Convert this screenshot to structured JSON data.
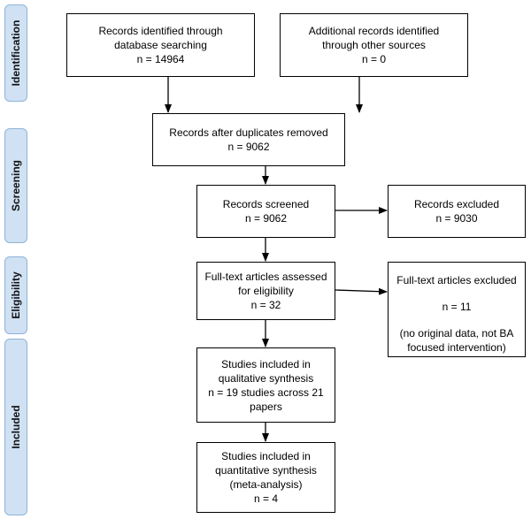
{
  "stages": {
    "identification": "Identification",
    "screening": "Screening",
    "eligibility": "Eligibility",
    "included": "Included"
  },
  "boxes": {
    "database": {
      "line1": "Records identified through",
      "line2": "database searching",
      "line3": "n = 14964"
    },
    "other": {
      "line1": "Additional records identified",
      "line2": "through other sources",
      "line3": "n = 0"
    },
    "duplicates": {
      "line1": "Records after duplicates removed",
      "line2": "n = 9062"
    },
    "screened": {
      "line1": "Records screened",
      "line2": "n = 9062"
    },
    "excluded": {
      "line1": "Records excluded",
      "line2": "n = 9030"
    },
    "fulltext": {
      "line1": "Full-text articles assessed",
      "line2": "for eligibility",
      "line3": "n = 32"
    },
    "fulltext_excluded": {
      "line1": "Full-text articles excluded",
      "line2": "n = 11",
      "line3": "(no original data, not BA",
      "line4": "focused intervention)"
    },
    "qualitative": {
      "line1": "Studies included in",
      "line2": "qualitative synthesis",
      "line3": "n = 19 studies across 21",
      "line4": "papers"
    },
    "quantitative": {
      "line1": "Studies included in",
      "line2": "quantitative synthesis",
      "line3": "(meta-analysis)",
      "line4": "n = 4"
    }
  }
}
